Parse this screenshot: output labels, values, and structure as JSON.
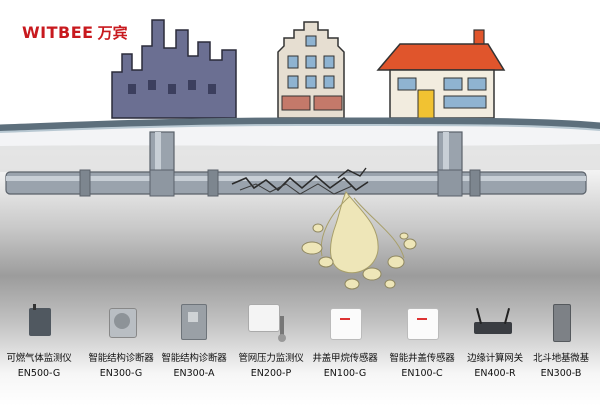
{
  "brand": {
    "name_en": "WITBEE",
    "name_cn": "万宾",
    "color": "#c8191e"
  },
  "colors": {
    "factory": "#6b6f92",
    "house_roof": "#e0552c",
    "building": "#e6ded1",
    "pipe": "#9aa3ad",
    "water": "#e9e2b2"
  },
  "products": [
    {
      "name": "可燃气体监测仪",
      "model": "EN500-G",
      "icon": "gas-detector-box"
    },
    {
      "name": "智能结构诊断器",
      "model": "EN300-G",
      "icon": "round-diagnostic-sensor"
    },
    {
      "name": "智能结构诊断器",
      "model": "EN300-A",
      "icon": "square-diagnostic-sensor"
    },
    {
      "name": "管网压力监测仪",
      "model": "EN200-P",
      "icon": "pressure-monitor"
    },
    {
      "name": "井盖甲烷传感器",
      "model": "EN100-G",
      "icon": "methane-sensor"
    },
    {
      "name": "智能井盖传感器",
      "model": "EN100-C",
      "icon": "manhole-sensor"
    },
    {
      "name": "边缘计算网关",
      "model": "EN400-R",
      "icon": "edge-gateway"
    },
    {
      "name": "北斗地基微基",
      "model": "EN300-B",
      "icon": "beidou-station"
    }
  ]
}
